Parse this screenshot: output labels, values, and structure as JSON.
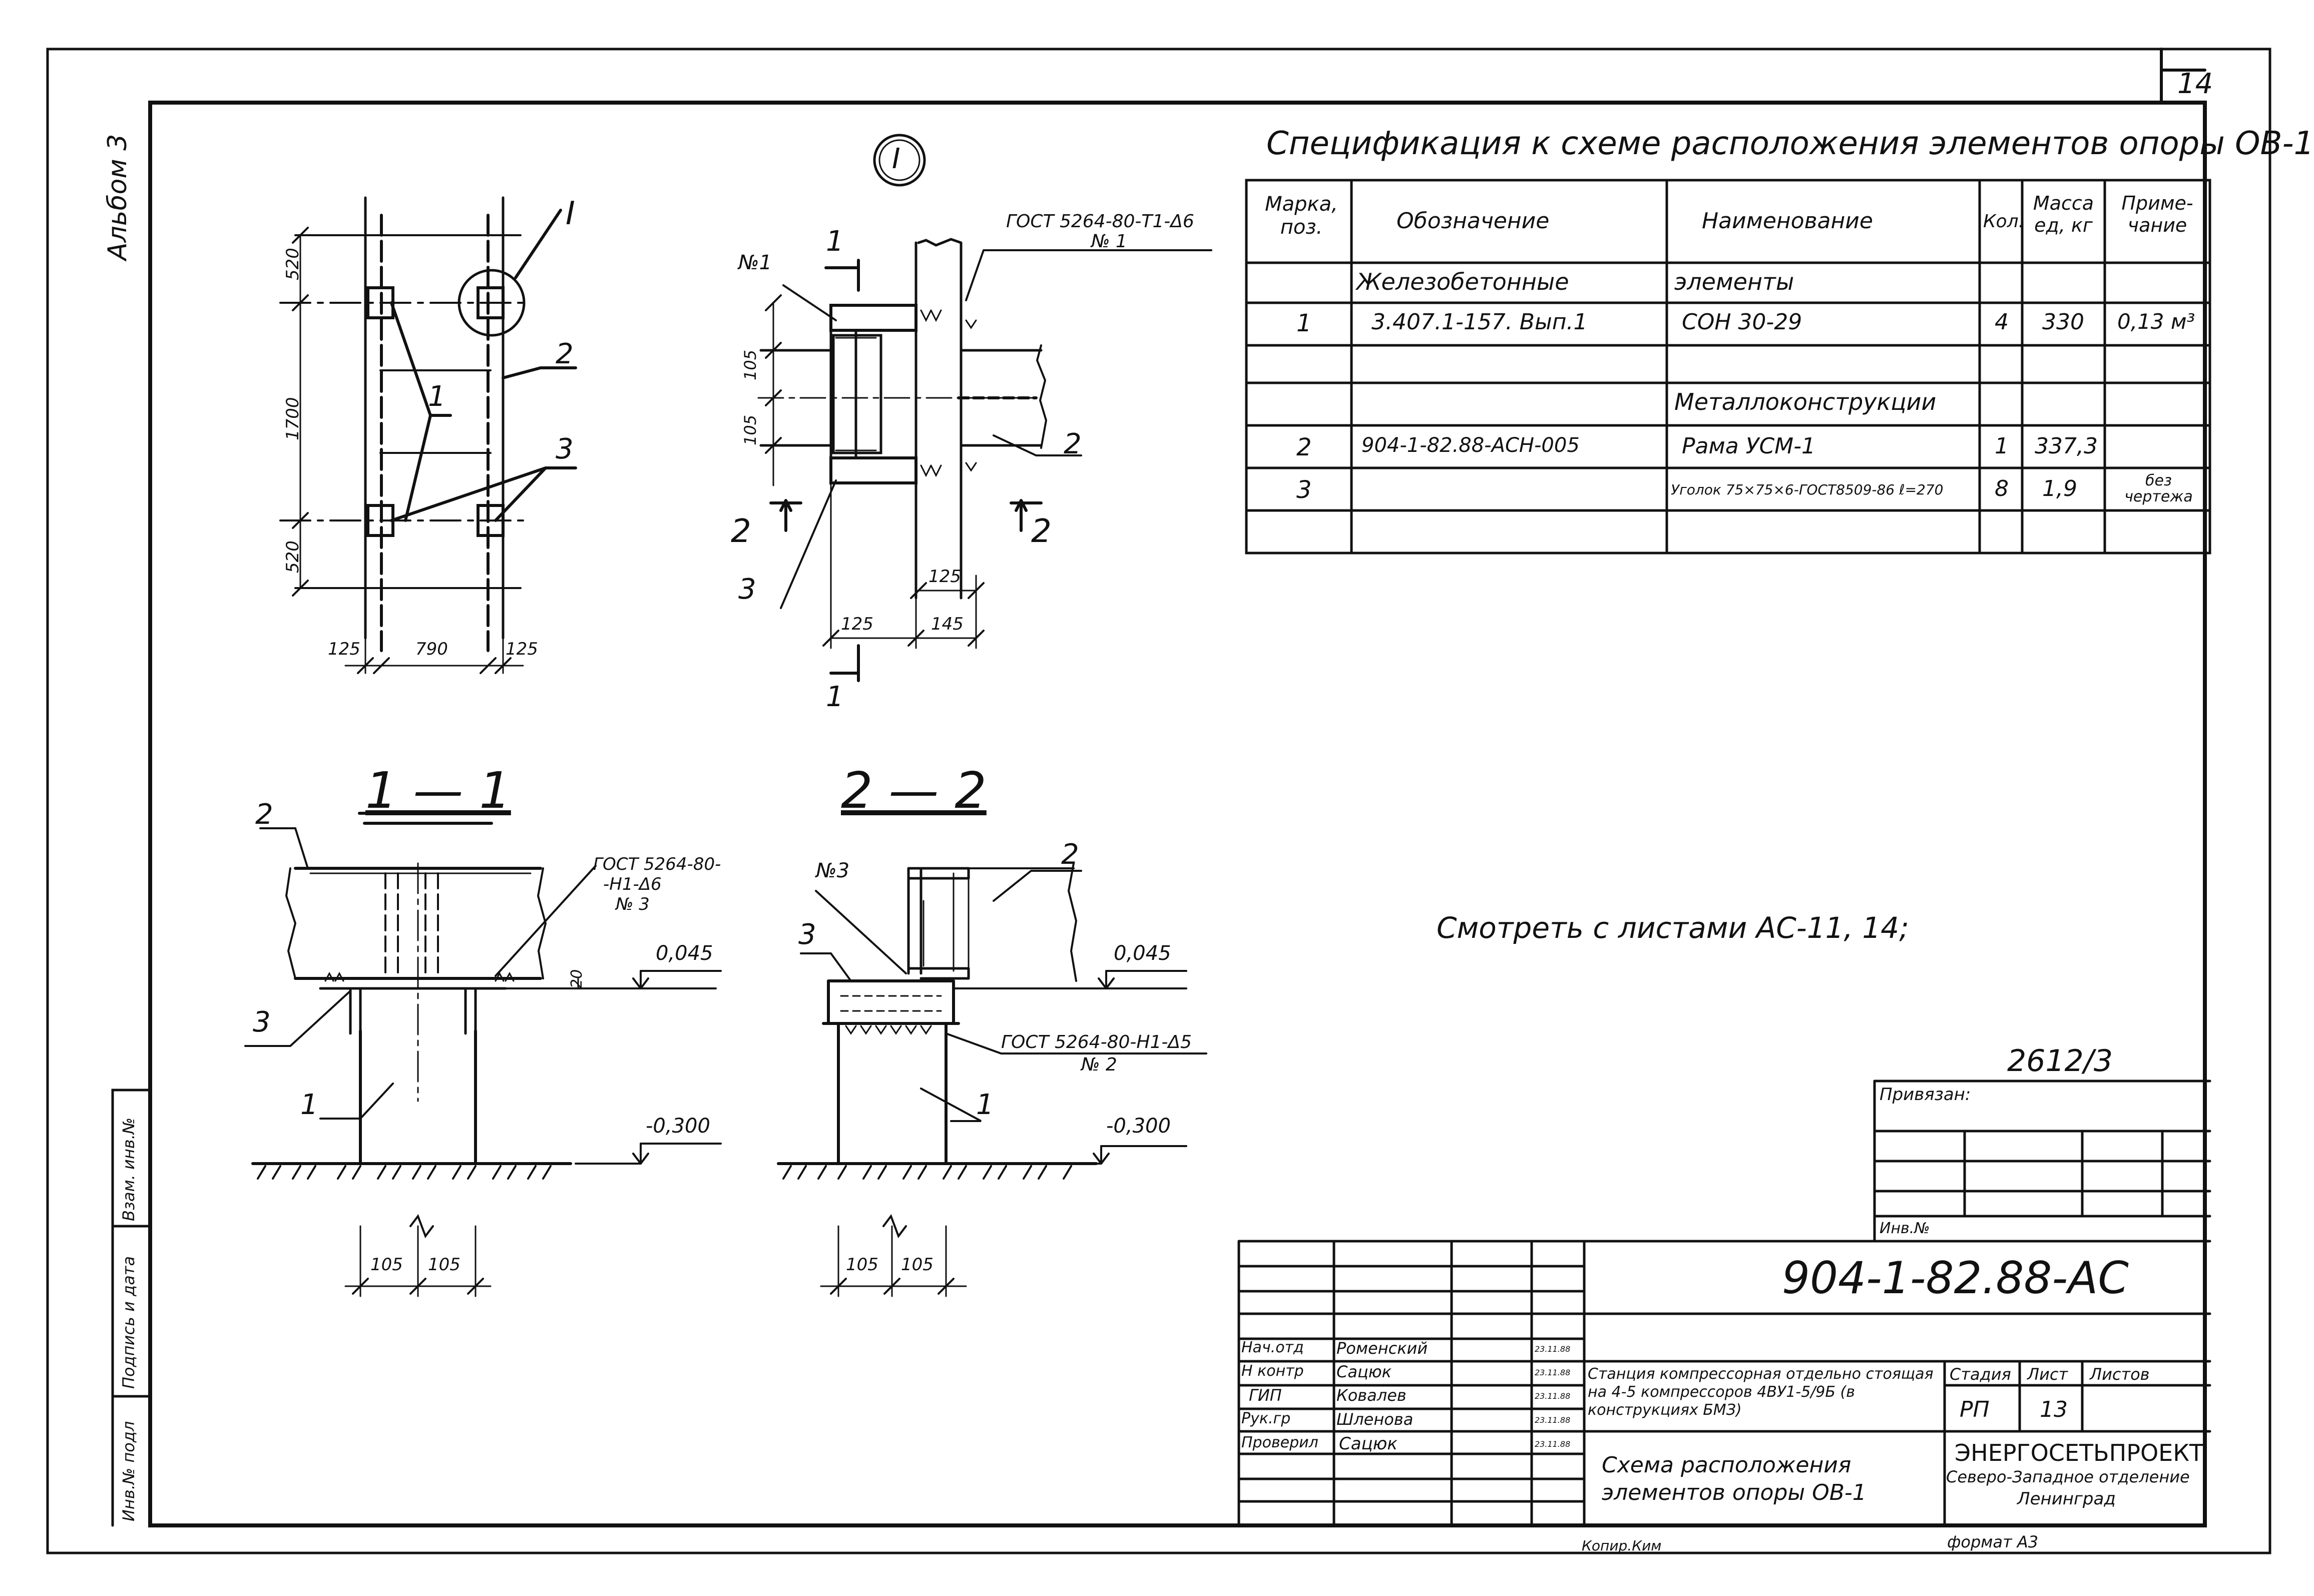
{
  "sheet_number": "14",
  "album_label": "Альбом 3",
  "spec": {
    "title": "Спецификация к схеме расположения элементов опоры ОВ-1",
    "headers": {
      "mark": "Марка, поз.",
      "designation": "Обозначение",
      "name": "Наименование",
      "qty": "Кол.",
      "mass": "Масса ед, кг",
      "note": "Приме- чание"
    },
    "section_rc_left": "Железобетонные",
    "section_rc_right": "элементы",
    "section_metal": "Металлоконструкции",
    "rows": [
      {
        "mark": "1",
        "designation": "3.407.1-157. Вып.1",
        "name": "СОН 30-29",
        "qty": "4",
        "mass": "330",
        "note": "0,13 м³"
      },
      {
        "mark": "2",
        "designation": "904-1-82.88-АСН-005",
        "name": "Рама УСМ-1",
        "qty": "1",
        "mass": "337,3",
        "note": ""
      },
      {
        "mark": "3",
        "designation": "",
        "name": "Уголок 75×75×6-ГОСТ8509-86 ℓ=270",
        "qty": "8",
        "mass": "1,9",
        "note": "без чертежа"
      }
    ]
  },
  "plan": {
    "dim_top": "520",
    "dim_mid": "1700",
    "dim_bot": "520",
    "dim_left": "125",
    "dim_center": "790",
    "dim_right": "125",
    "callout": "I",
    "pos1": "1",
    "pos2": "2",
    "pos3": "3"
  },
  "detail": {
    "mark": "I",
    "weld_label": "ГОСТ 5264-80-Т1-Δ6",
    "weld_no": "№ 1",
    "weld_ref": "№1",
    "dim_105a": "105",
    "dim_105b": "105",
    "dim_125a": "125",
    "dim_125b": "125",
    "dim_145": "145",
    "cut1": "1",
    "cut2": "2",
    "pos2": "2",
    "pos3": "3"
  },
  "section11": {
    "title": "1 — 1",
    "weld_l1": "ГОСТ 5264-80-",
    "weld_l2": "-Н1-Δ6",
    "weld_no": "№ 3",
    "elev_top": "0,045",
    "elev_bot": "-0,300",
    "dim_20": "20",
    "dim_105a": "105",
    "dim_105b": "105",
    "pos1": "1",
    "pos2": "2",
    "pos3": "3"
  },
  "section22": {
    "title": "2 — 2",
    "weld_ref": "№3",
    "weld_l1": "ГОСТ 5264-80-Н1-Δ5",
    "weld_no": "№ 2",
    "elev_top": "0,045",
    "elev_bot": "-0,300",
    "dim_105a": "105",
    "dim_105b": "105",
    "pos1": "1",
    "pos2": "2",
    "pos3": "3"
  },
  "note_text": "Смотреть с листами АС-11, 14;",
  "tie": {
    "number": "2612/3",
    "label": "Привязан:",
    "inv_label": "Инв.№"
  },
  "stamp": {
    "code": "904-1-82.88-АС",
    "project_desc": "Станция компрессорная отдельно стоящая на 4-5 компрессоров 4ВУ1-5/9Б (в конструкциях БМЗ)",
    "sheet_title": "Схема расположения элементов опоры ОВ-1",
    "stage_label": "Стадия",
    "sheet_label": "Лист",
    "sheets_label": "Листов",
    "stage_value": "РП",
    "sheet_value": "13",
    "org_name": "ЭНЕРГОСЕТЬПРОЕКТ",
    "org_branch": "Северо-Западное отделение",
    "org_city": "Ленинград",
    "format": "формат А3",
    "copied": "Копир.Ким",
    "people": [
      {
        "role": "Нач.отд",
        "name": "Роменский",
        "date": "23.11.88"
      },
      {
        "role": "Н контр",
        "name": "Сацюк",
        "date": "23.11.88"
      },
      {
        "role": "ГИП",
        "name": "Ковалев",
        "date": "23.11.88"
      },
      {
        "role": "Рук.гр",
        "name": "Шленова",
        "date": "23.11.88"
      },
      {
        "role": "Проверил",
        "name": "Сацюк",
        "date": "23.11.88"
      }
    ]
  },
  "side_stamp": {
    "inv_no": "Инв.№ подл",
    "sign_date": "Подпись и дата",
    "vzam": "Взам. инв.№"
  }
}
